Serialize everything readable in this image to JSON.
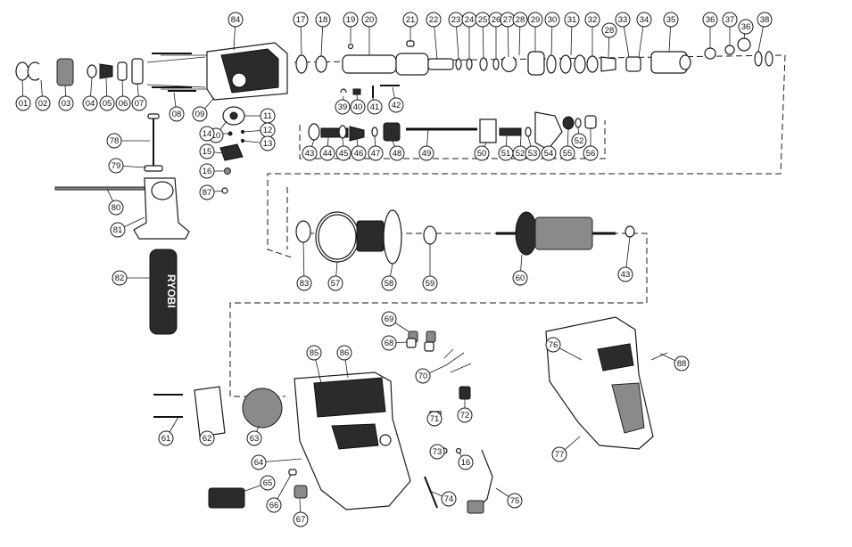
{
  "diagram": {
    "brand_mark": "RYOBI",
    "callouts": [
      {
        "id": "c01",
        "label": "01"
      },
      {
        "id": "c02",
        "label": "02"
      },
      {
        "id": "c03",
        "label": "03"
      },
      {
        "id": "c04",
        "label": "04"
      },
      {
        "id": "c05",
        "label": "05"
      },
      {
        "id": "c06",
        "label": "06"
      },
      {
        "id": "c07",
        "label": "07"
      },
      {
        "id": "c08",
        "label": "08"
      },
      {
        "id": "c09",
        "label": "09"
      },
      {
        "id": "c10",
        "label": "10"
      },
      {
        "id": "c11",
        "label": "11"
      },
      {
        "id": "c12",
        "label": "12"
      },
      {
        "id": "c13",
        "label": "13"
      },
      {
        "id": "c14",
        "label": "14"
      },
      {
        "id": "c15",
        "label": "15"
      },
      {
        "id": "c16a",
        "label": "16"
      },
      {
        "id": "c17",
        "label": "17"
      },
      {
        "id": "c18",
        "label": "18"
      },
      {
        "id": "c19",
        "label": "19"
      },
      {
        "id": "c20",
        "label": "20"
      },
      {
        "id": "c21",
        "label": "21"
      },
      {
        "id": "c22",
        "label": "22"
      },
      {
        "id": "c23",
        "label": "23"
      },
      {
        "id": "c24",
        "label": "24"
      },
      {
        "id": "c25",
        "label": "25"
      },
      {
        "id": "c26",
        "label": "26"
      },
      {
        "id": "c27",
        "label": "27"
      },
      {
        "id": "c28a",
        "label": "28"
      },
      {
        "id": "c29",
        "label": "29"
      },
      {
        "id": "c30",
        "label": "30"
      },
      {
        "id": "c31",
        "label": "31"
      },
      {
        "id": "c32",
        "label": "32"
      },
      {
        "id": "c28b",
        "label": "28"
      },
      {
        "id": "c33",
        "label": "33"
      },
      {
        "id": "c34",
        "label": "34"
      },
      {
        "id": "c35",
        "label": "35"
      },
      {
        "id": "c36a",
        "label": "36"
      },
      {
        "id": "c37",
        "label": "37"
      },
      {
        "id": "c36b",
        "label": "36"
      },
      {
        "id": "c38",
        "label": "38"
      },
      {
        "id": "c39",
        "label": "39"
      },
      {
        "id": "c40",
        "label": "40"
      },
      {
        "id": "c41",
        "label": "41"
      },
      {
        "id": "c42",
        "label": "42"
      },
      {
        "id": "c43a",
        "label": "43"
      },
      {
        "id": "c44",
        "label": "44"
      },
      {
        "id": "c45",
        "label": "45"
      },
      {
        "id": "c46",
        "label": "46"
      },
      {
        "id": "c47",
        "label": "47"
      },
      {
        "id": "c48",
        "label": "48"
      },
      {
        "id": "c49",
        "label": "49"
      },
      {
        "id": "c50",
        "label": "50"
      },
      {
        "id": "c51",
        "label": "51"
      },
      {
        "id": "c52a",
        "label": "52"
      },
      {
        "id": "c53",
        "label": "53"
      },
      {
        "id": "c54",
        "label": "54"
      },
      {
        "id": "c55",
        "label": "55"
      },
      {
        "id": "c52b",
        "label": "52"
      },
      {
        "id": "c56",
        "label": "56"
      },
      {
        "id": "c78",
        "label": "78"
      },
      {
        "id": "c79",
        "label": "79"
      },
      {
        "id": "c80",
        "label": "80"
      },
      {
        "id": "c81",
        "label": "81"
      },
      {
        "id": "c82",
        "label": "82"
      },
      {
        "id": "c87",
        "label": "87"
      },
      {
        "id": "c83",
        "label": "83"
      },
      {
        "id": "c57",
        "label": "57"
      },
      {
        "id": "c58",
        "label": "58"
      },
      {
        "id": "c59",
        "label": "59"
      },
      {
        "id": "c60",
        "label": "60"
      },
      {
        "id": "c43b",
        "label": "43"
      },
      {
        "id": "c69",
        "label": "69"
      },
      {
        "id": "c68",
        "label": "68"
      },
      {
        "id": "c70",
        "label": "70"
      },
      {
        "id": "c71",
        "label": "71"
      },
      {
        "id": "c72",
        "label": "72"
      },
      {
        "id": "c73",
        "label": "73"
      },
      {
        "id": "c16b",
        "label": "16"
      },
      {
        "id": "c74",
        "label": "74"
      },
      {
        "id": "c75",
        "label": "75"
      },
      {
        "id": "c85",
        "label": "85"
      },
      {
        "id": "c86",
        "label": "86"
      },
      {
        "id": "c61",
        "label": "61"
      },
      {
        "id": "c62",
        "label": "62"
      },
      {
        "id": "c63",
        "label": "63"
      },
      {
        "id": "c64",
        "label": "64"
      },
      {
        "id": "c65",
        "label": "65"
      },
      {
        "id": "c66",
        "label": "66"
      },
      {
        "id": "c67",
        "label": "67"
      },
      {
        "id": "c76",
        "label": "76"
      },
      {
        "id": "c77",
        "label": "77"
      },
      {
        "id": "c88",
        "label": "88"
      },
      {
        "id": "c84",
        "label": "84"
      }
    ]
  }
}
